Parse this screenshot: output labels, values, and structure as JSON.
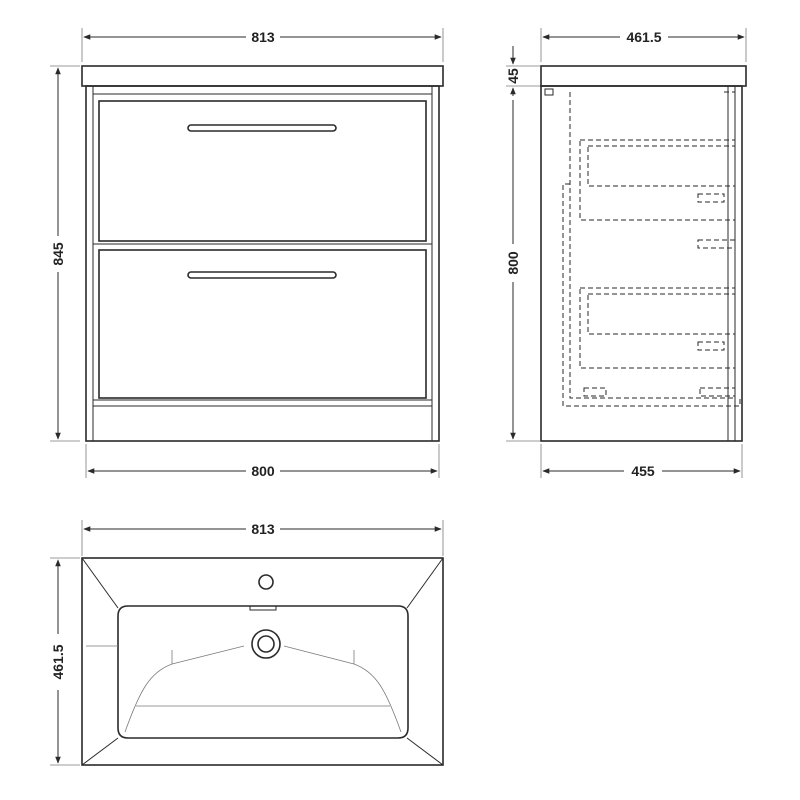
{
  "front_view": {
    "top_width_label": "813",
    "height_label": "845",
    "bottom_width_label": "800"
  },
  "side_view": {
    "top_depth_label": "461.5",
    "basin_height_label": "45",
    "cabinet_height_label": "800",
    "bottom_depth_label": "455"
  },
  "top_view": {
    "width_label": "813",
    "depth_label": "461.5"
  },
  "colors": {
    "line": "#2a2a2a",
    "background": "#ffffff"
  }
}
